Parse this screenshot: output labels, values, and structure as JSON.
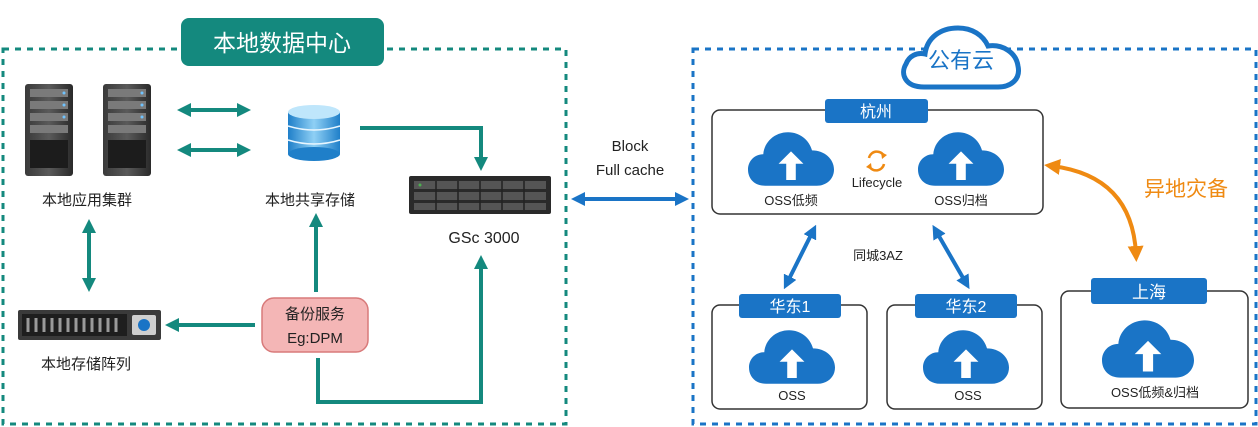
{
  "local_dc": {
    "title": "本地数据中心",
    "app_cluster_label": "本地应用集群",
    "shared_storage_label": "本地共享存储",
    "storage_array_label": "本地存储阵列",
    "gateway_label": "GSc 3000",
    "backup_service_line1": "备份服务",
    "backup_service_line2": "Eg:DPM"
  },
  "link": {
    "line1": "Block",
    "line2": "Full cache"
  },
  "public_cloud": {
    "title": "公有云",
    "hangzhou": {
      "title": "杭州",
      "oss_ia_label": "OSS低频",
      "lifecycle_label": "Lifecycle",
      "oss_archive_label": "OSS归档"
    },
    "same_city_label": "同城3AZ",
    "huadong1": {
      "title": "华东1",
      "oss_label": "OSS"
    },
    "huadong2": {
      "title": "华东2",
      "oss_label": "OSS"
    },
    "shanghai": {
      "title": "上海",
      "oss_label": "OSS低频&归档"
    },
    "remote_dr_label": "异地灾备"
  },
  "colors": {
    "teal": "#14897e",
    "blue": "#1a74c6",
    "orange": "#ef8a12",
    "pink": "#f4b6b6"
  }
}
